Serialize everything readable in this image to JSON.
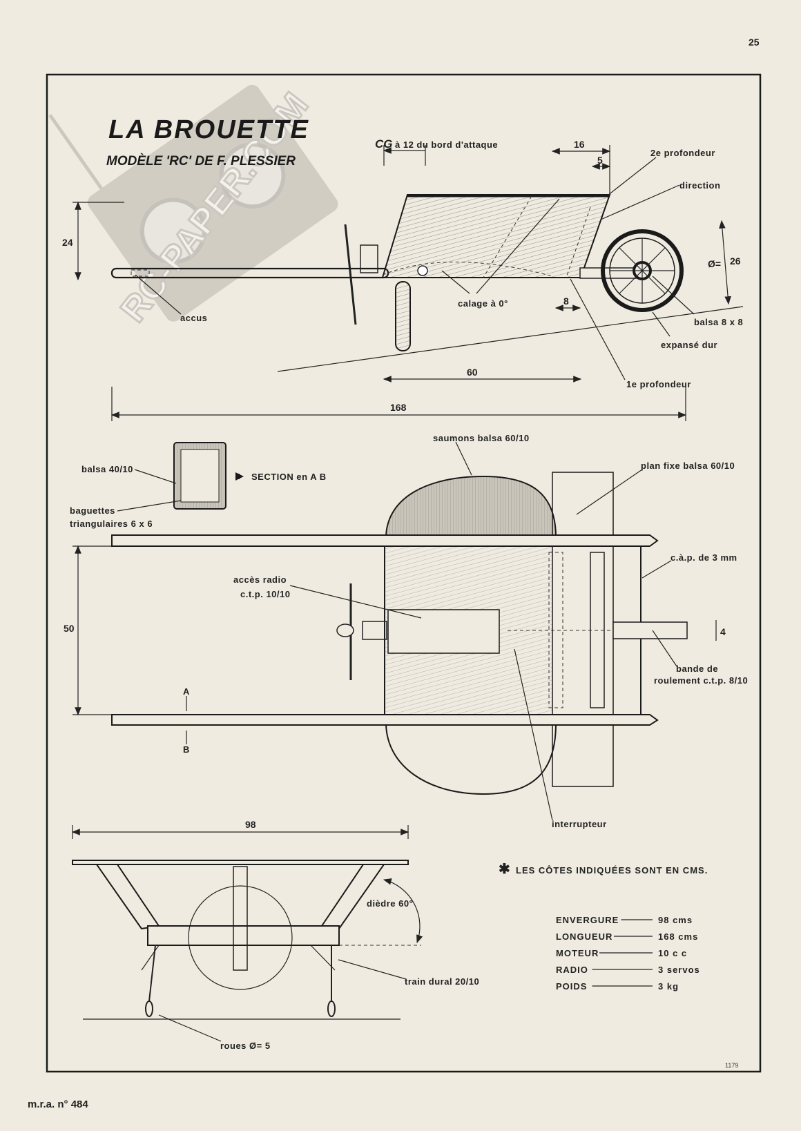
{
  "page_number": "25",
  "footer": "m.r.a. n° 484",
  "drawing_ref": "1179",
  "watermark": "RC-PAPER.COM",
  "title": "LA BROUETTE",
  "subtitle": "MODÈLE 'RC' DE F. PLESSIER",
  "side_view": {
    "cg_label": "CG",
    "cg_text": "à 12 du bord d'attaque",
    "dim_16": "16",
    "dim_5": "5",
    "dim_24": "24",
    "dim_8": "8",
    "dim_60": "60",
    "dim_168": "168",
    "dim_diameter": "Ø=",
    "dim_26": "26",
    "label_2e_profondeur": "2e profondeur",
    "label_direction": "direction",
    "label_calage": "calage à 0°",
    "label_balsa": "balsa 8 x 8",
    "label_expanse": "expansé dur",
    "label_1e_profondeur": "1e profondeur",
    "label_accus": "accus"
  },
  "plan_view": {
    "label_balsa_40": "balsa 40/10",
    "label_baguettes_1": "baguettes",
    "label_baguettes_2": "triangulaires 6 x 6",
    "label_section": "SECTION en A B",
    "label_saumons": "saumons balsa 60/10",
    "label_plan_fixe": "plan fixe balsa 60/10",
    "label_acces_1": "accès radio",
    "label_acces_2": "c.t.p. 10/10",
    "label_cap": "c.à.p. de 3 mm",
    "dim_50": "50",
    "dim_4": "4",
    "label_a": "A",
    "label_b": "B",
    "label_bande_1": "bande de",
    "label_bande_2": "roulement c.t.p. 8/10",
    "label_interrupteur": "interrupteur"
  },
  "front_view": {
    "dim_98": "98",
    "label_diedre": "dièdre 60°",
    "label_train": "train dural 20/10",
    "label_roues": "roues Ø= 5"
  },
  "note": "LES CÔTES INDIQUÉES SONT EN CMS.",
  "specs": [
    {
      "label": "ENVERGURE",
      "value": "98 cms"
    },
    {
      "label": "LONGUEUR",
      "value": "168 cms"
    },
    {
      "label": "MOTEUR",
      "value": "10 c c"
    },
    {
      "label": "RADIO",
      "value": "3 servos"
    },
    {
      "label": "POIDS",
      "value": "3 kg"
    }
  ]
}
